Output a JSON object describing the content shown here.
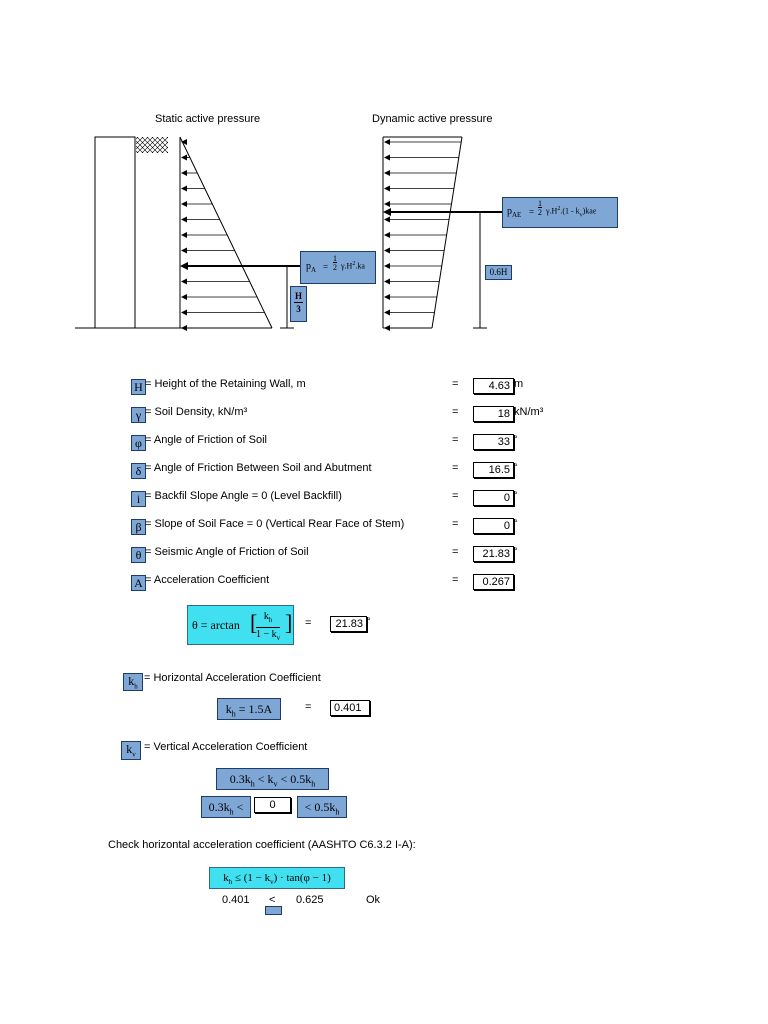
{
  "diagram": {
    "static_title": "Static active pressure",
    "dynamic_title": "Dynamic active pressure",
    "static_label_dist": "H/3",
    "dynamic_label_dist": "0.6H"
  },
  "params": [
    {
      "sym": "H",
      "desc": "= Height of the Retaining Wall, m",
      "eq": "=",
      "value": "4.63",
      "unit": "m"
    },
    {
      "sym": "γ",
      "desc": "= Soil Density, kN/m³",
      "eq": "=",
      "value": "18",
      "unit": "kN/m³"
    },
    {
      "sym": "φ",
      "desc": "= Angle of Friction of Soil",
      "eq": "=",
      "value": "33",
      "unit": "°"
    },
    {
      "sym": "δ",
      "desc": "= Angle of Friction Between Soil and Abutment",
      "eq": "=",
      "value": "16.5",
      "unit": "°"
    },
    {
      "sym": "i",
      "desc": "= Backfil Slope Angle = 0 (Level Backfill)",
      "eq": "=",
      "value": "0",
      "unit": "°"
    },
    {
      "sym": "β",
      "desc": "= Slope of Soil Face = 0 (Vertical Rear Face of Stem)",
      "eq": "=",
      "value": "0",
      "unit": "°"
    },
    {
      "sym": "θ",
      "desc": "= Seismic Angle of Friction of Soil",
      "eq": "=",
      "value": "21.83",
      "unit": "°"
    },
    {
      "sym": "A",
      "desc": "= Acceleration Coefficient",
      "eq": "=",
      "value": "0.267",
      "unit": ""
    }
  ],
  "theta": {
    "eq": "=",
    "value": "21.83",
    "unit": "°"
  },
  "kh": {
    "desc": "= Horizontal  Acceleration Coefficient",
    "eq": "=",
    "value": "0.401"
  },
  "kv": {
    "desc": "= Vertical Acceleration Coefficient",
    "value": "0"
  },
  "check": {
    "title": "Check horizontal acceleration coefficient (AASHTO C6.3.2 I-A):",
    "left": "0.401",
    "op": "<",
    "right": "0.625",
    "result": "Ok"
  }
}
